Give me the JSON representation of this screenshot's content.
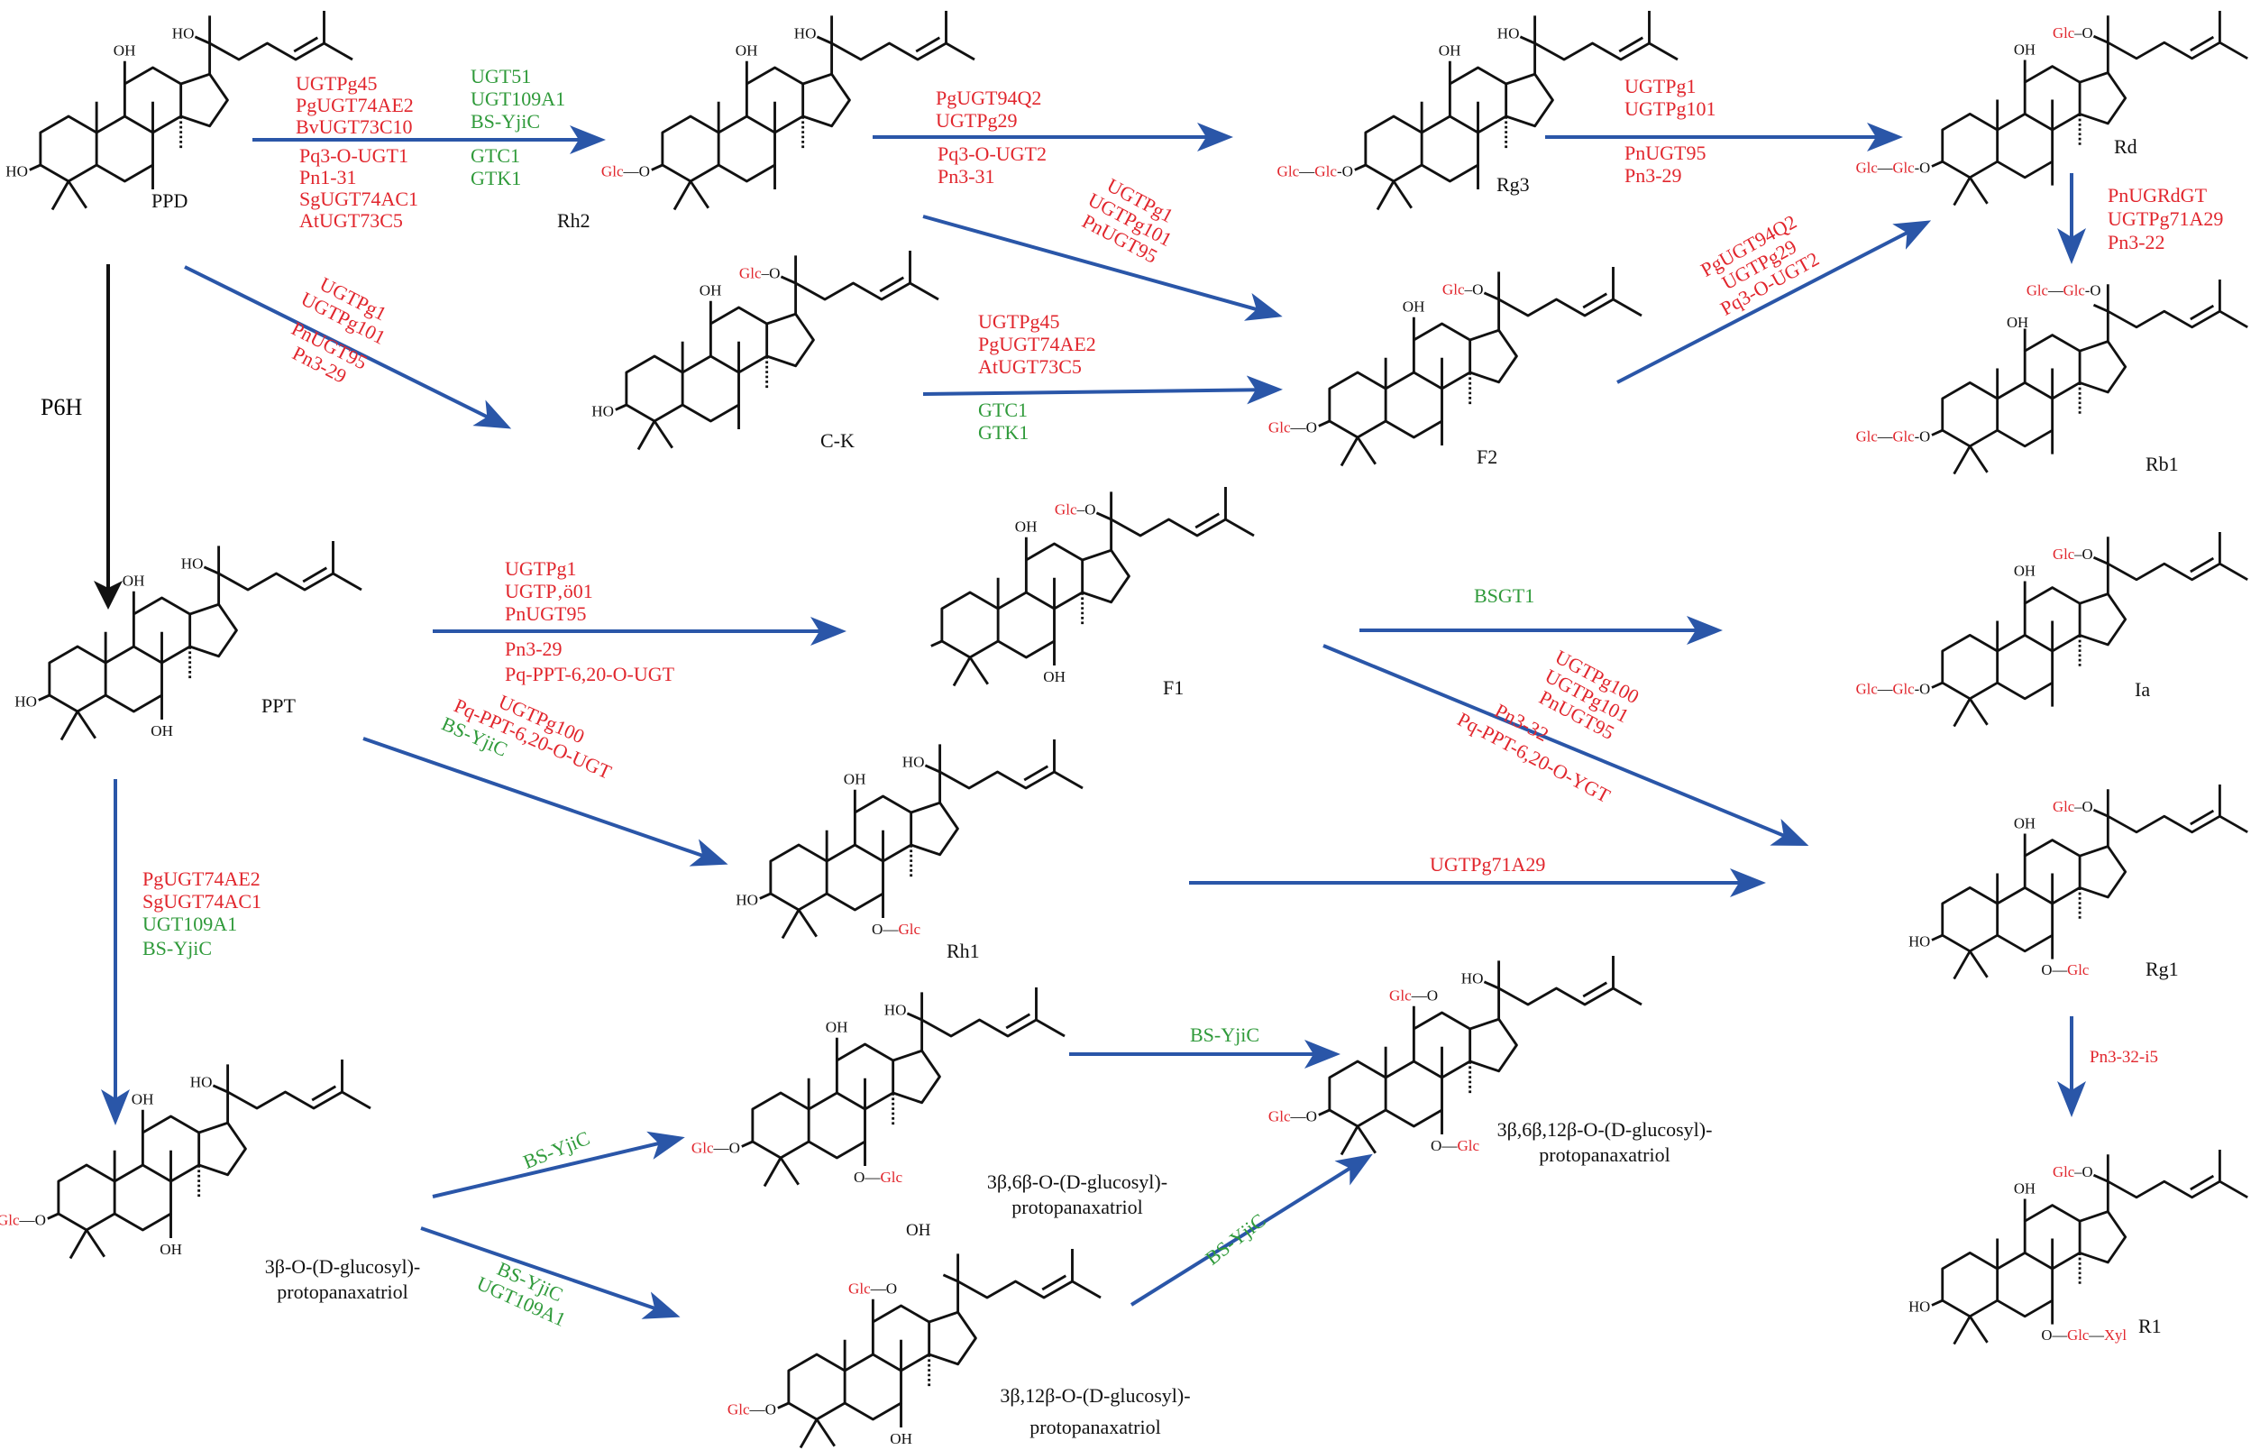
{
  "colors": {
    "enzyme_red": "#e1262d",
    "enzyme_green": "#2f9a3a",
    "arrow_blue": "#2a56a8",
    "arrow_black": "#111111"
  },
  "compounds": {
    "ppd": {
      "name": "PPD",
      "c3": "HO",
      "c6": "",
      "c12": "OH",
      "c20": "HO"
    },
    "rh2": {
      "name": "Rh2",
      "c3": "Glc—O",
      "c6": "",
      "c12": "OH",
      "c20": "HO"
    },
    "rg3": {
      "name": "Rg3",
      "c3": "Glc—Glc-O",
      "c6": "",
      "c12": "OH",
      "c20": "HO"
    },
    "rd": {
      "name": "Rd",
      "c3": "Glc—Glc-O",
      "c6": "",
      "c12": "OH",
      "c20": "Glc–O"
    },
    "ck": {
      "name": "C-K",
      "c3": "HO",
      "c6": "",
      "c12": "OH",
      "c20": "Glc–O"
    },
    "f2": {
      "name": "F2",
      "c3": "Glc—O",
      "c6": "",
      "c12": "OH",
      "c20": "Glc–O"
    },
    "rb1": {
      "name": "Rb1",
      "c3": "Glc—Glc-O",
      "c6": "",
      "c12": "OH",
      "c20": "Glc—Glc-O"
    },
    "ppt": {
      "name": "PPT",
      "c3": "HO",
      "c6": "OH",
      "c12": "OH",
      "c20": "HO"
    },
    "f1": {
      "name": "F1",
      "c3": "",
      "c6": "OH",
      "c12": "OH",
      "c20": "Glc–O"
    },
    "ia": {
      "name": "Ia",
      "c3": "Glc—Glc-O",
      "c6": "",
      "c12": "OH",
      "c20": "Glc–O"
    },
    "rh1": {
      "name": "Rh1",
      "c3": "HO",
      "c6": "O—Glc",
      "c12": "OH",
      "c20": "HO"
    },
    "rg1": {
      "name": "Rg1",
      "c3": "HO",
      "c6": "O—Glc",
      "c12": "OH",
      "c20": "Glc–O"
    },
    "glc3": {
      "name_line1": "3β-O-(D-glucosyl)-",
      "name_line2": "protopanaxatriol",
      "c3": "Glc—O",
      "c6": "OH",
      "c12": "OH",
      "c20": "HO"
    },
    "glc36": {
      "name_line1": "3β,6β-O-(D-glucosyl)-",
      "name_line2": "protopanaxatriol",
      "extra": "OH",
      "c3": "Glc—O",
      "c6": "O—Glc",
      "c12": "OH",
      "c20": "HO"
    },
    "glc3612": {
      "name_line1": "3β,6β,12β-O-(D-glucosyl)-",
      "name_line2": "protopanaxatriol",
      "c3": "Glc—O",
      "c6": "O—Glc",
      "c12": "Glc—O",
      "c20": "HO"
    },
    "glc312": {
      "name_line1": "3β,12β-O-(D-glucosyl)-",
      "name_line2": "protopanaxatriol",
      "c3": "Glc—O",
      "c6": "OH",
      "c12": "Glc—O",
      "c20": ""
    },
    "r1": {
      "name": "R1",
      "c3": "HO",
      "c6": "O—Glc—Xyl",
      "c12": "OH",
      "c20": "Glc–O"
    }
  },
  "reactions": {
    "ppd_rh2": {
      "red_upper": [
        "UGTPg45",
        "PgUGT74AE2",
        "BvUGT73C10"
      ],
      "red_lower": [
        "Pq3-O-UGT1",
        "Pn1-31",
        "SgUGT74AC1",
        "AtUGT73C5"
      ],
      "green_upper": [
        "UGT51",
        "UGT109A1",
        "BS-YjiC"
      ],
      "green_lower": [
        "GTC1",
        "GTK1"
      ]
    },
    "rh2_rg3": {
      "red_upper": [
        "PgUGT94Q2",
        "UGTPg29"
      ],
      "red_lower": [
        "Pq3-O-UGT2",
        "Pn3-31"
      ]
    },
    "rg3_rd": {
      "red_upper": [
        "UGTPg1",
        "UGTPg101"
      ],
      "red_lower": [
        "PnUGT95",
        "Pn3-29"
      ]
    },
    "rh2_f2": {
      "red": [
        "UGTPg1",
        "UGTPg101",
        "PnUGT95"
      ]
    },
    "ppd_ck": {
      "red": [
        "UGTPg1",
        "UGTPg101",
        "PnUGT95",
        "Pn3-29"
      ]
    },
    "ck_f2": {
      "red": [
        "UGTPg45",
        "PgUGT74AE2",
        "AtUGT73C5"
      ],
      "green": [
        "GTC1",
        "GTK1"
      ]
    },
    "f2_rd": {
      "red": [
        "PgUGT94Q2",
        "UGTPg29",
        "Pq3-O-UGT2"
      ]
    },
    "rd_rb1": {
      "red": [
        "PnUGRdGT",
        "UGTPg71A29",
        "Pn3-22"
      ]
    },
    "ppd_ppt": {
      "label": "P6H"
    },
    "ppt_f1": {
      "red_upper": [
        "UGTPg1",
        "UGTP‚ö01",
        "PnUGT95"
      ],
      "red_lower": [
        "Pn3-29",
        "Pq-PPT-6,20-O-UGT"
      ]
    },
    "f1_ia": {
      "green": [
        "BSGT1"
      ]
    },
    "f1_rg1": {
      "red": [
        "UGTPg100",
        "UGTPg101",
        "PnUGT95",
        "Pn3-32",
        "Pq-PPT-6,20-O-YGT"
      ]
    },
    "ppt_rh1": {
      "red": [
        "UGTPg100",
        "Pq-PPT-6,20-O-UGT"
      ],
      "green": [
        "BS-YjiC"
      ]
    },
    "rh1_rg1": {
      "red": [
        "UGTPg71A29"
      ]
    },
    "rg1_r1": {
      "red": [
        "Pn3-32-i5"
      ]
    },
    "ppt_glc3": {
      "red": [
        "PgUGT74AE2",
        "SgUGT74AC1"
      ],
      "green": [
        "UGT109A1",
        "BS-YjiC"
      ]
    },
    "glc3_glc36": {
      "green": [
        "BS-YjiC"
      ]
    },
    "glc3_glc312": {
      "green": [
        "BS-YjiC",
        "UGT109A1"
      ]
    },
    "glc36_glc3612": {
      "green": [
        "BS-YjiC"
      ]
    },
    "glc312_glc3612": {
      "green": [
        "BS-YjiC"
      ]
    }
  }
}
